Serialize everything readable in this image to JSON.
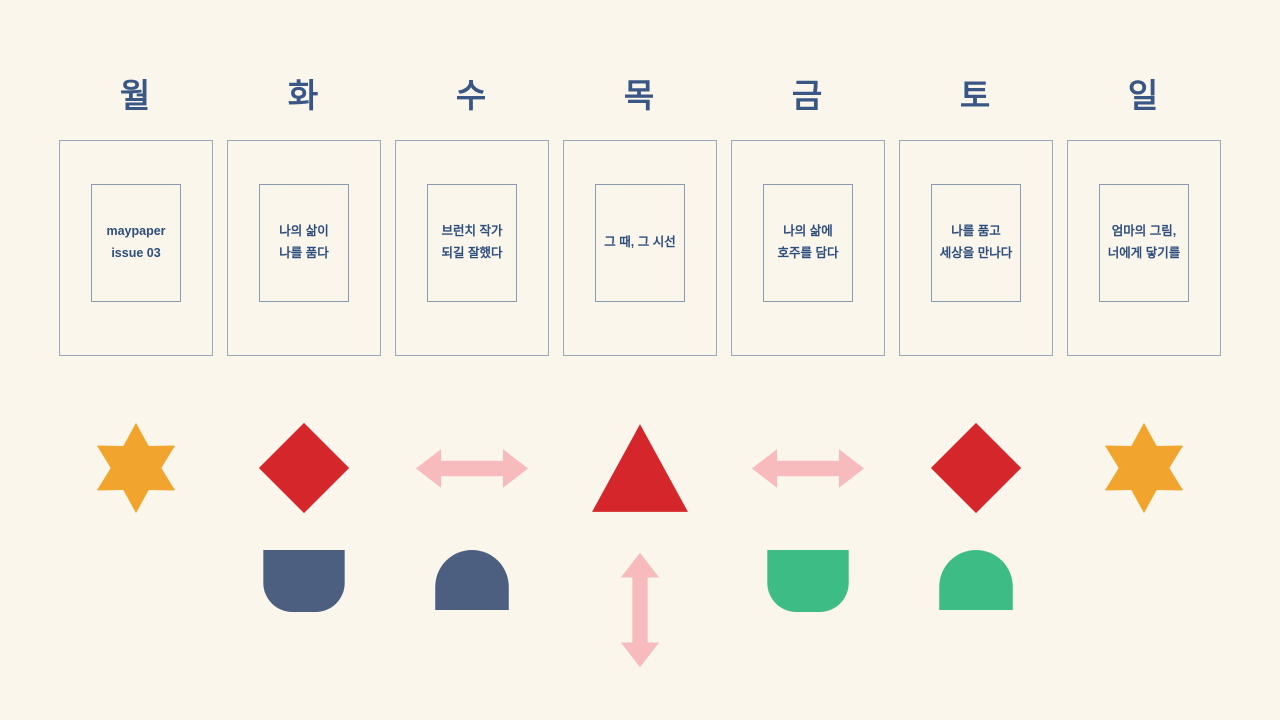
{
  "colors": {
    "background": "#faf6ec",
    "day_label": "#3a5685",
    "card_border": "#9aa7bc",
    "card_text": "#2e4e7e",
    "star": "#f1a52e",
    "red": "#d5262c",
    "pink": "#f7babd",
    "navy_shape": "#4c5f80",
    "green": "#3ebc85"
  },
  "columns": [
    {
      "day": "월",
      "card_text": "maypaper\nissue 03",
      "shape_top": "six-point-star",
      "shape_bottom": "none"
    },
    {
      "day": "화",
      "card_text": "나의 삶이\n나를 품다",
      "shape_top": "diamond",
      "shape_bottom": "round-bottom-block"
    },
    {
      "day": "수",
      "card_text": "브런치 작가\n되길 잘했다",
      "shape_top": "horizontal-double-arrow",
      "shape_bottom": "arch-block"
    },
    {
      "day": "목",
      "card_text": "그 때, 그 시선",
      "shape_top": "triangle",
      "shape_bottom": "vertical-double-arrow"
    },
    {
      "day": "금",
      "card_text": "나의 삶에\n호주를 담다",
      "shape_top": "horizontal-double-arrow",
      "shape_bottom": "round-bottom-block"
    },
    {
      "day": "토",
      "card_text": "나를 품고\n세상을 만나다",
      "shape_top": "diamond",
      "shape_bottom": "arch-block"
    },
    {
      "day": "일",
      "card_text": "엄마의 그림,\n너에게 닿기를",
      "shape_top": "six-point-star",
      "shape_bottom": "none"
    }
  ]
}
